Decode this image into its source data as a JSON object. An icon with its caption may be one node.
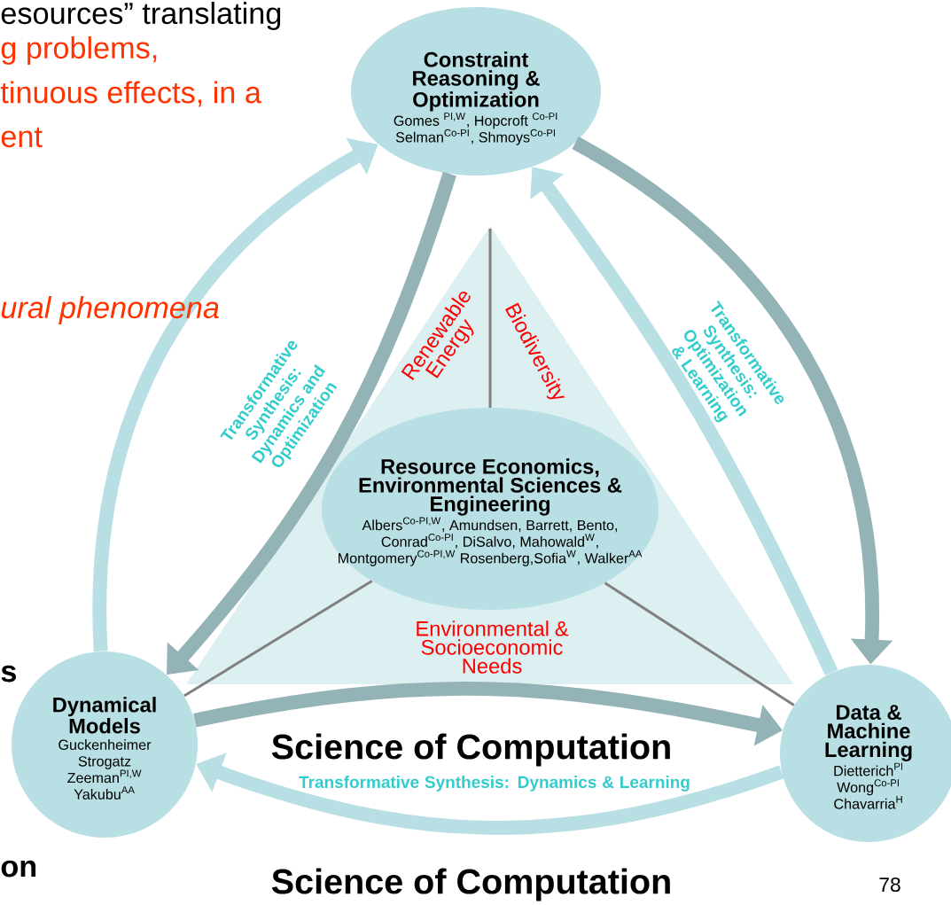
{
  "diagram": {
    "nodes": [
      {
        "text": [
          "Constraint Reasoning & Optimization",
          "Gomes $^{PI,W}$, Hopcroft $^{Co-PI}$ Selman$^{Co-PI}$, Shmoys$^{Co-PI}$"
        ]
      },
      {
        "text": [
          "Renewable Energy",
          "Biodiversity",
          "Environmental & Socioeconomic Needs"
        ]
      },
      {
        "text": [
          "Resource Economics, Environmental Sciences & Engineering",
          "Albers$^{Co-PI,W}$, Amundsen, Barrett, Bento, Conrad$^{Co-PI}$, DiSalvo, Mahowald$^{W}$, Montgomery$^{Co-PI,W}$ Rosenberg,Sofia$^{W}$, Walker$^{AA}$"
        ],
        "in": 1
      },
      {
        "text": [
          "Dynamical Models",
          "Guckenheimer",
          "Strogatz",
          "Zeeman$^{PI,W}$",
          "Yakubu$^{AA}$"
        ]
      },
      {
        "text": [
          "Data & Machine Learning",
          "Dietterich$^{PI}$",
          "Wong$^{Co-PI}$",
          "Chavarria$^{H}$"
        ]
      }
    ],
    "edges": [
      {
        "from": 2,
        "to": 3,
        "arrow": "none",
        "color": "#808080"
      },
      {
        "from": 2,
        "to": 4,
        "arrow": "none",
        "color": "#808080"
      },
      {
        "from": 3,
        "to": 0,
        "arrow": "to",
        "color": "#b8dfe3"
      },
      {
        "from": 0,
        "to": 3,
        "arrow": "to",
        "color": "#94b3b6",
        "label": "Transformative Synthesis: Dynamics and Optimization"
      },
      {
        "from": 0,
        "to": 4,
        "arrow": "to",
        "color": "#94b3b6"
      },
      {
        "from": 4,
        "to": 0,
        "arrow": "to",
        "color": "#b8dfe3",
        "label": "Transformative Synthesis: Optimization & Learning"
      },
      {
        "from": 3,
        "to": 4,
        "arrow": "to",
        "color": "#94b3b6"
      },
      {
        "from": 4,
        "to": 3,
        "arrow": "to",
        "color": "#b8dfe3",
        "label": "Transformative Synthesis: Dynamics & Learning"
      }
    ],
    "labels": [
      "esources” translating",
      "g problems,",
      "tinuous effects, in a",
      "ent",
      "ural phenomena",
      "s",
      "on",
      "Science of Computation",
      "Science of Computation",
      "78"
    ]
  }
}
